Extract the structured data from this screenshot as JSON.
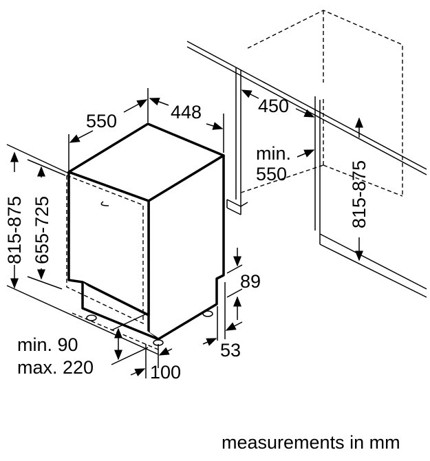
{
  "dimensions": {
    "depth": "550",
    "width": "448",
    "niche_depth": "450",
    "niche_min_depth_line1": "min.",
    "niche_min_depth_line2": "550",
    "niche_height": "815-875",
    "total_height": "815-875",
    "door_height": "655-725",
    "plinth_height": "89",
    "plinth_offset": "53",
    "foot_offset": "100",
    "plinth_gap_min": "min. 90",
    "plinth_gap_max": "max. 220"
  },
  "footer": {
    "units_note": "measurements in mm"
  }
}
